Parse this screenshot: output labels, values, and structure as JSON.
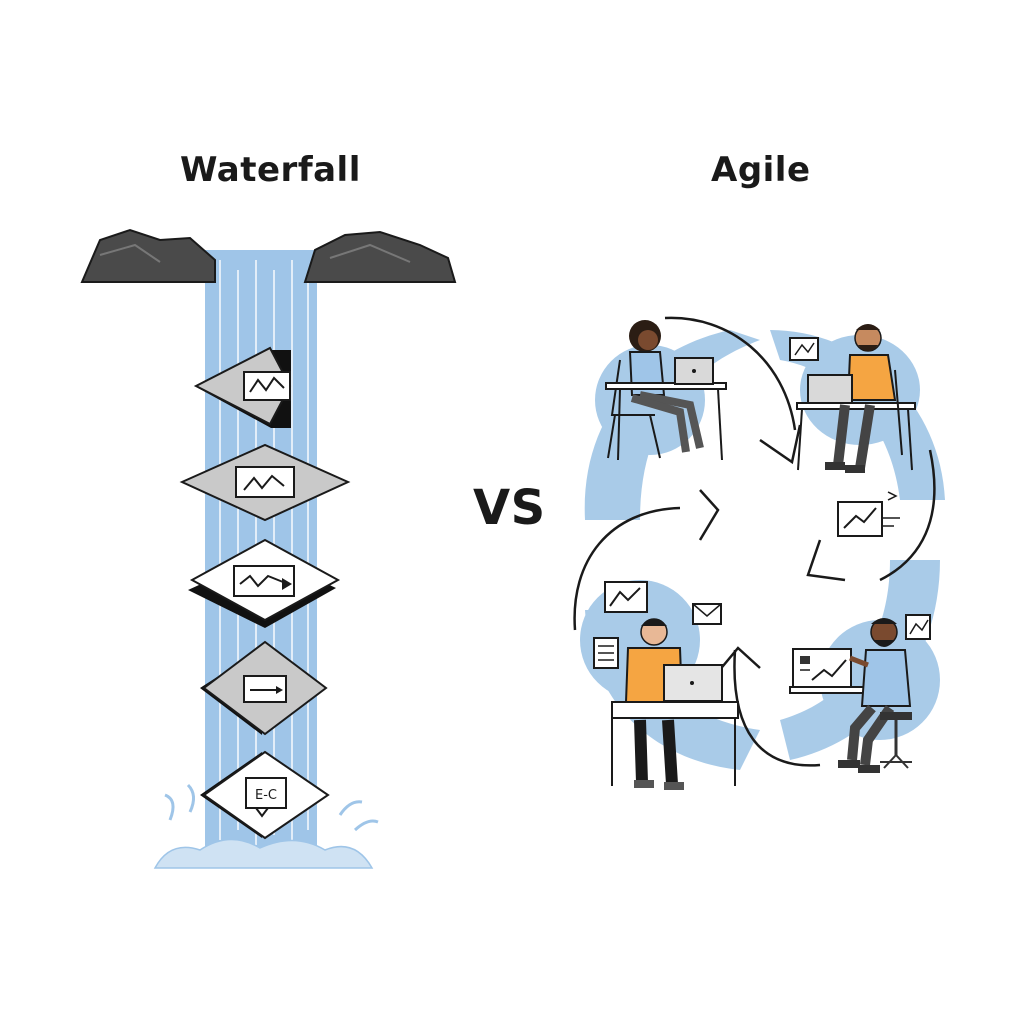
{
  "waterfall_title": "Waterfall",
  "agile_title": "Agile",
  "versus": "VS",
  "waterfall_step_labels": [
    "",
    "",
    "",
    "",
    "E-C"
  ],
  "colors": {
    "water": "#9fc5e8",
    "water_light": "#cfe2f3",
    "rock": "#4a4a4a",
    "diamond_fill": "#ffffff",
    "diamond_shade": "#c9c9c9",
    "cycle_blue": "#a9cbe8",
    "shirt_orange": "#f5a542",
    "shirt_blue": "#9fc5e8",
    "ink": "#1a1a1a"
  }
}
